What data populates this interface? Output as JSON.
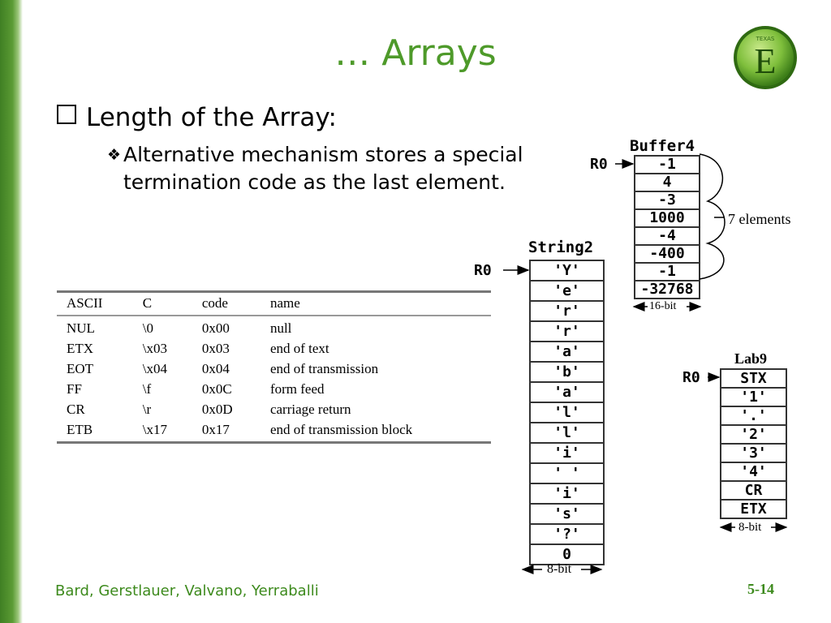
{
  "slide": {
    "title": "… Arrays",
    "bullet1": "Length of the Array:",
    "bullet2": "Alternative mechanism stores a special termination code as the last element.",
    "footer": "Bard, Gerstlauer, Valvano, Yerraballi",
    "page": "5-14",
    "colors": {
      "accent": "#4e9a2a",
      "footer": "#3d8a1d"
    }
  },
  "ascii_table": {
    "headers": [
      "ASCII",
      "C",
      "code",
      "name"
    ],
    "rows": [
      [
        "NUL",
        "\\0",
        "0x00",
        "null"
      ],
      [
        "ETX",
        "\\x03",
        "0x03",
        "end of text"
      ],
      [
        "EOT",
        "\\x04",
        "0x04",
        "end of transmission"
      ],
      [
        "FF",
        "\\f",
        "0x0C",
        "form feed"
      ],
      [
        "CR",
        "\\r",
        "0x0D",
        "carriage return"
      ],
      [
        "ETB",
        "\\x17",
        "0x17",
        "end of transmission block"
      ]
    ]
  },
  "buffer4": {
    "label": "Buffer4",
    "pointer": "R0",
    "cells": [
      "-1",
      "4",
      "-3",
      "1000",
      "-4",
      "-400",
      "-1",
      "-32768"
    ],
    "width_label": "16-bit",
    "brace_label": "7 elements"
  },
  "string2": {
    "label": "String2",
    "pointer": "R0",
    "cells": [
      "'Y'",
      "'e'",
      "'r'",
      "'r'",
      "'a'",
      "'b'",
      "'a'",
      "'l'",
      "'l'",
      "'i'",
      "' '",
      "'i'",
      "'s'",
      "'?'",
      "0"
    ],
    "width_label": "8-bit"
  },
  "lab9": {
    "label": "Lab9",
    "pointer": "R0",
    "cells": [
      "STX",
      "'1'",
      "'.'",
      "'2'",
      "'3'",
      "'4'",
      "CR",
      "ETX"
    ],
    "width_label": "8-bit"
  },
  "logo": {
    "text": "E",
    "small_text": "TEXAS"
  }
}
